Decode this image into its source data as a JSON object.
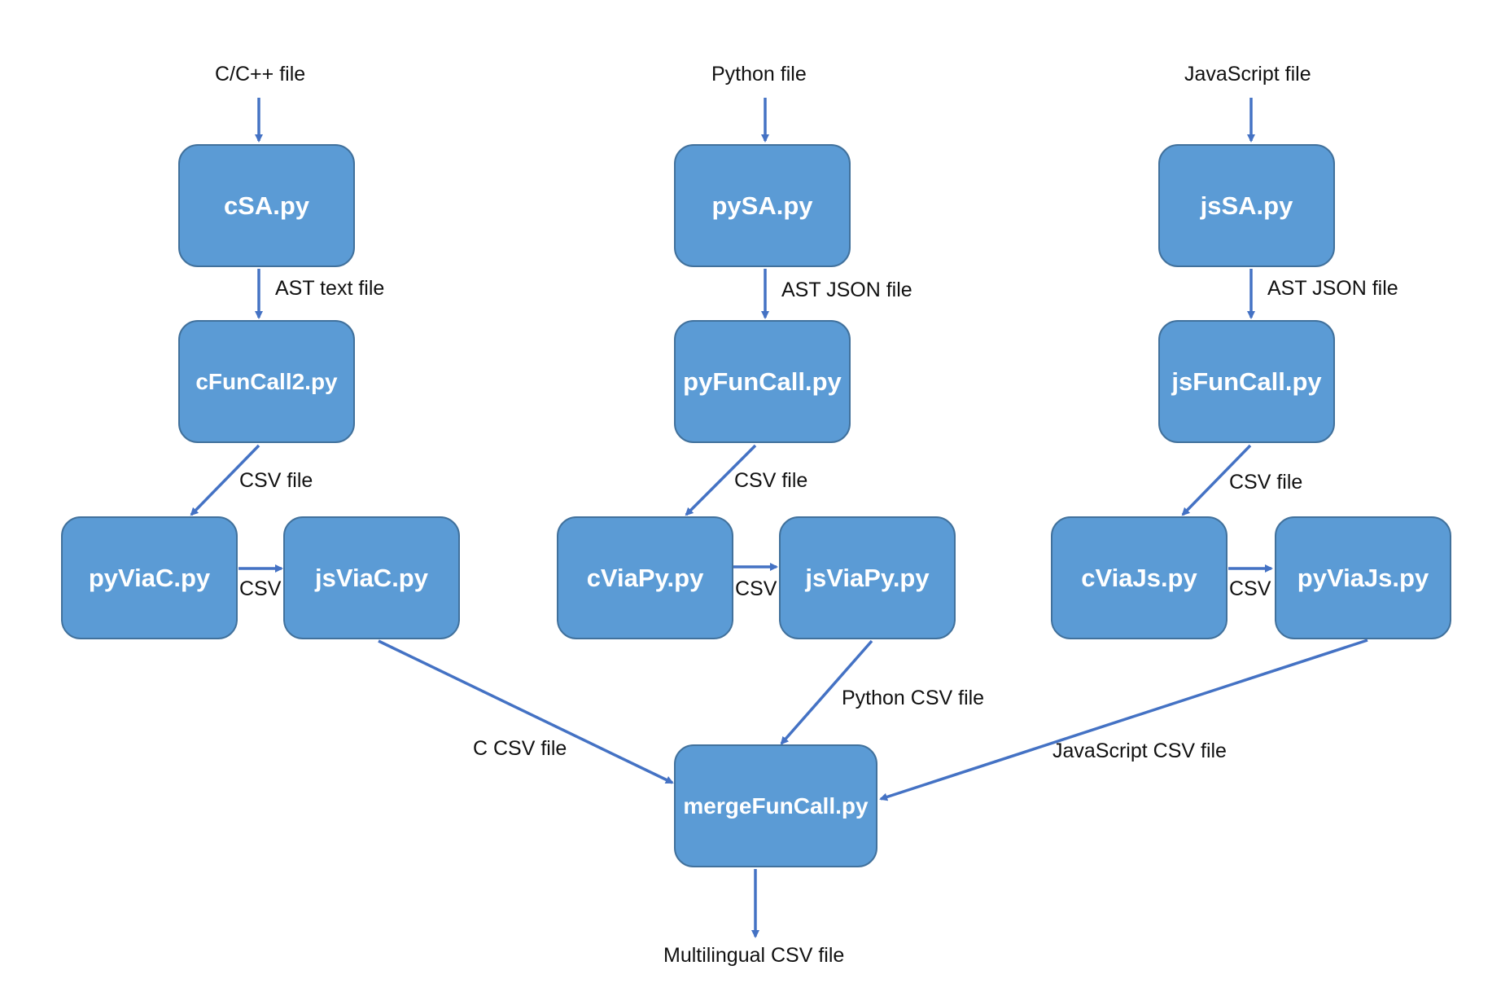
{
  "inputs": {
    "c": "C/C++ file",
    "python": "Python file",
    "javascript": "JavaScript file"
  },
  "boxes": {
    "csa": "cSA.py",
    "pysa": "pySA.py",
    "jssa": "jsSA.py",
    "cfuncall2": "cFunCall2.py",
    "pyfuncall": "pyFunCall.py",
    "jsfuncall": "jsFunCall.py",
    "pyviac": "pyViaC.py",
    "jsviac": "jsViaC.py",
    "cviapy": "cViaPy.py",
    "jsviapy": "jsViaPy.py",
    "cviajs": "cViaJs.py",
    "pyviajs": "pyViaJs.py",
    "mergefuncall": "mergeFunCall.py"
  },
  "edge_labels": {
    "ast_text": "AST text file",
    "ast_json_py": "AST JSON file",
    "ast_json_js": "AST JSON file",
    "csv_file_c": "CSV file",
    "csv_file_py": "CSV file",
    "csv_file_js": "CSV file",
    "csv_c": "CSV",
    "csv_py": "CSV",
    "csv_js": "CSV",
    "c_csv_file": "C CSV file",
    "python_csv_file": "Python CSV file",
    "javascript_csv_file": "JavaScript CSV file"
  },
  "output": "Multilingual CSV file",
  "colors": {
    "box_fill": "#5B9BD5",
    "box_border": "#41719C",
    "arrow": "#4472C4"
  }
}
